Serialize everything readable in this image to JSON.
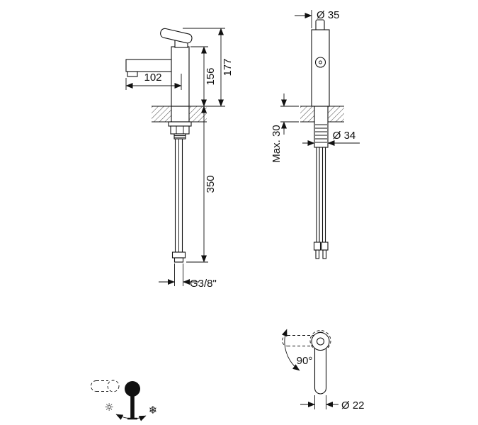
{
  "drawing": {
    "background": "#ffffff",
    "ink": "#111111",
    "side_view": {
      "dim_spout_reach": "102",
      "dim_body_height": "156",
      "dim_total_height": "177",
      "dim_supply_length": "350",
      "thread_label": "G3/8\""
    },
    "front_view": {
      "dia_body": "Ø 35",
      "max_deck_thickness": "Max. 30",
      "dia_shank": "Ø 34"
    },
    "top_view": {
      "rotation_angle": "90°",
      "dia_handle": "Ø 22"
    },
    "temperature_indicator": {
      "hot_icon_glyph": "☼",
      "cold_icon_glyph": "❄"
    }
  }
}
